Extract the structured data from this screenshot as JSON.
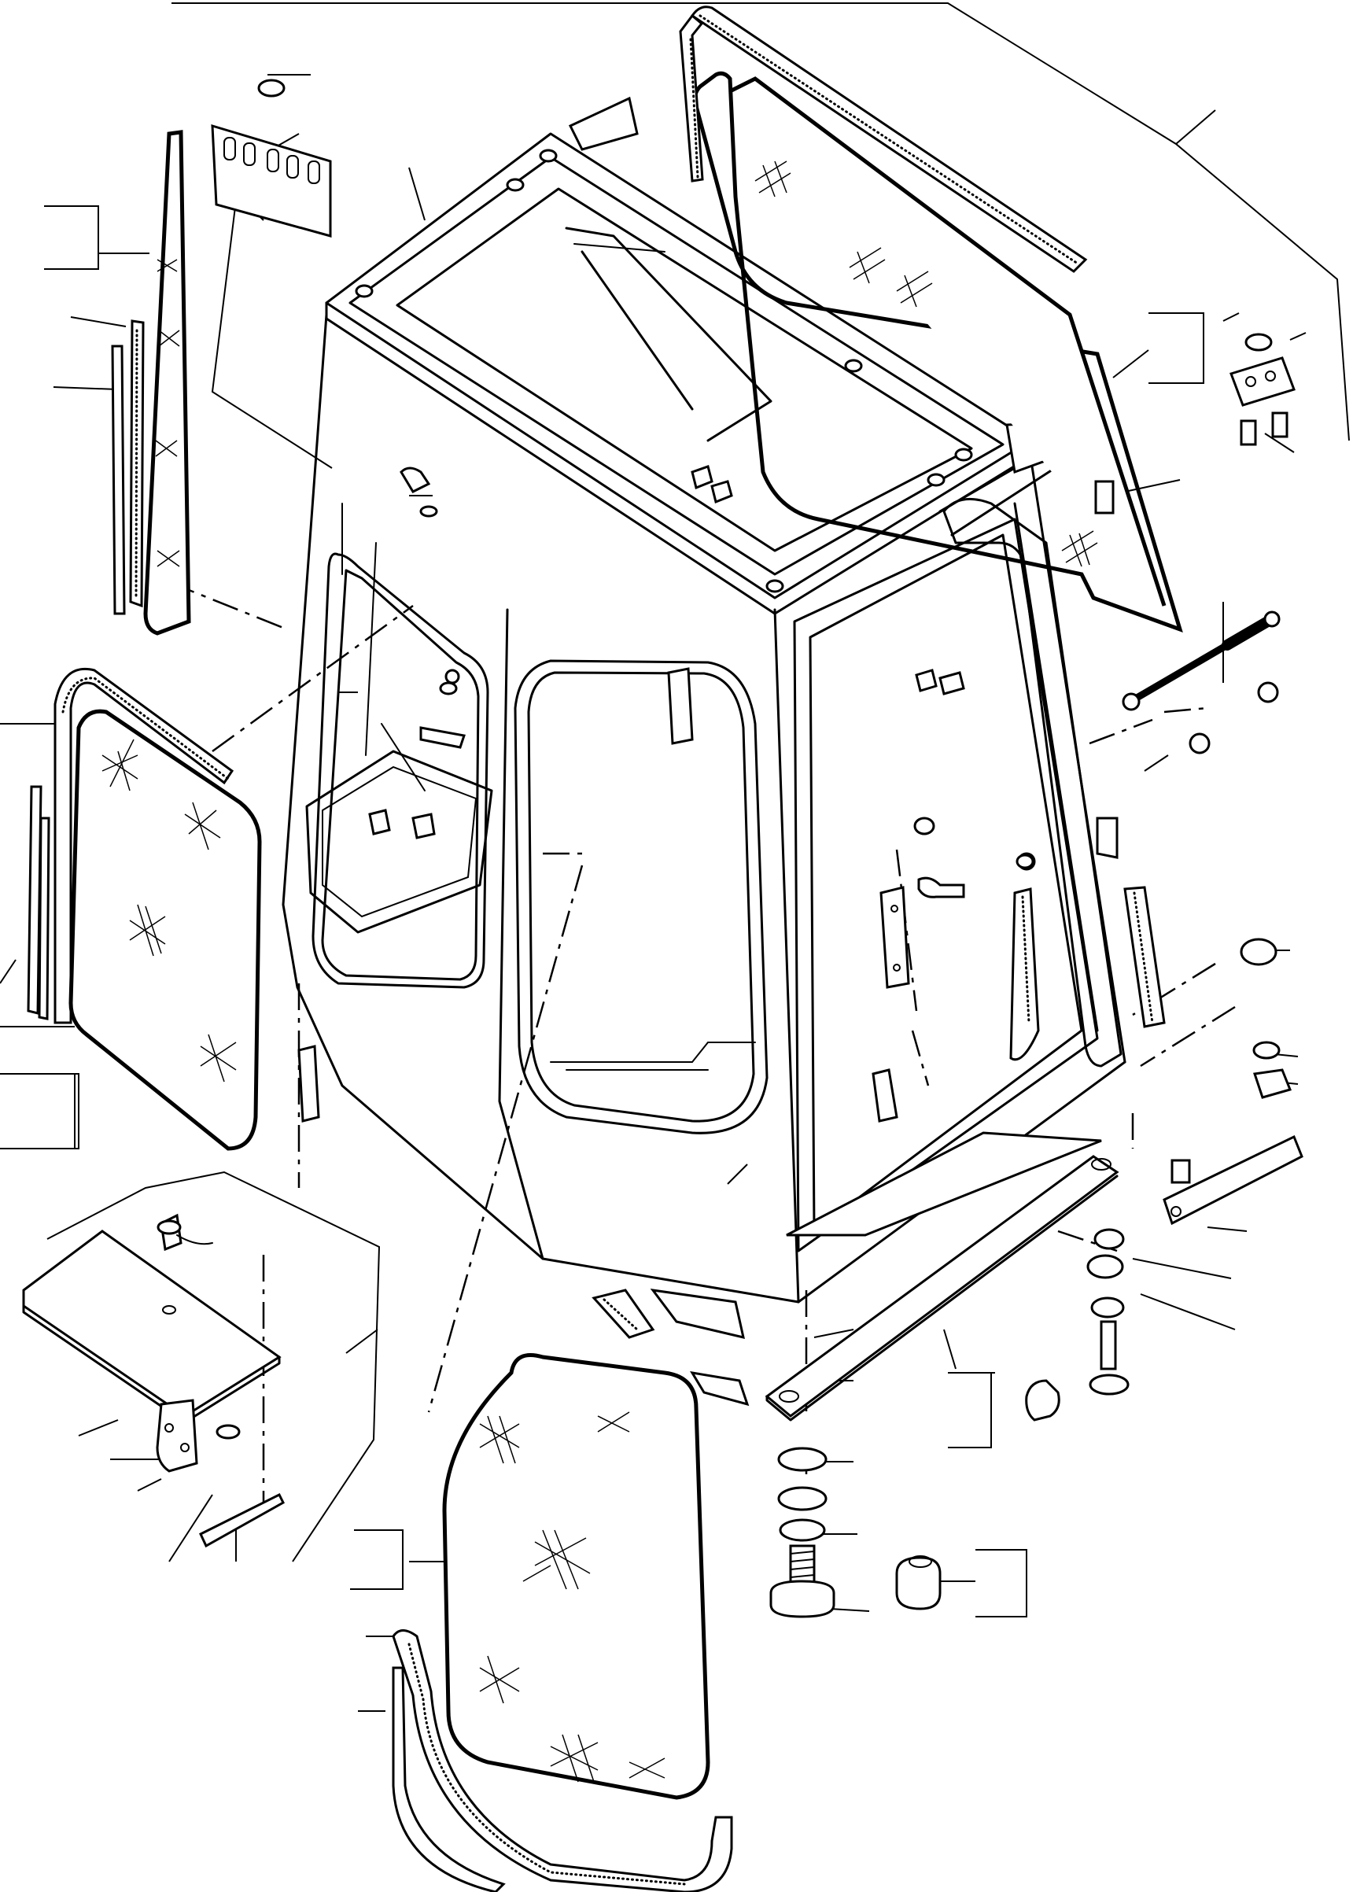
{
  "figure": {
    "subject": "operator cab",
    "parts": [
      {
        "key": "cab-frame"
      },
      {
        "key": "roof-panel"
      },
      {
        "key": "roof-window-glass"
      },
      {
        "key": "rear-window-glass"
      },
      {
        "key": "left-window-glass"
      },
      {
        "key": "front-windshield-glass"
      },
      {
        "key": "floor-plate"
      },
      {
        "key": "gas-strut"
      },
      {
        "key": "base-rail"
      },
      {
        "key": "mounting-bolt"
      },
      {
        "key": "rubber-mount"
      },
      {
        "key": "washer"
      },
      {
        "key": "nut"
      },
      {
        "key": "hinge-plate"
      },
      {
        "key": "weather-seal"
      },
      {
        "key": "latch"
      },
      {
        "key": "bracket"
      }
    ]
  }
}
